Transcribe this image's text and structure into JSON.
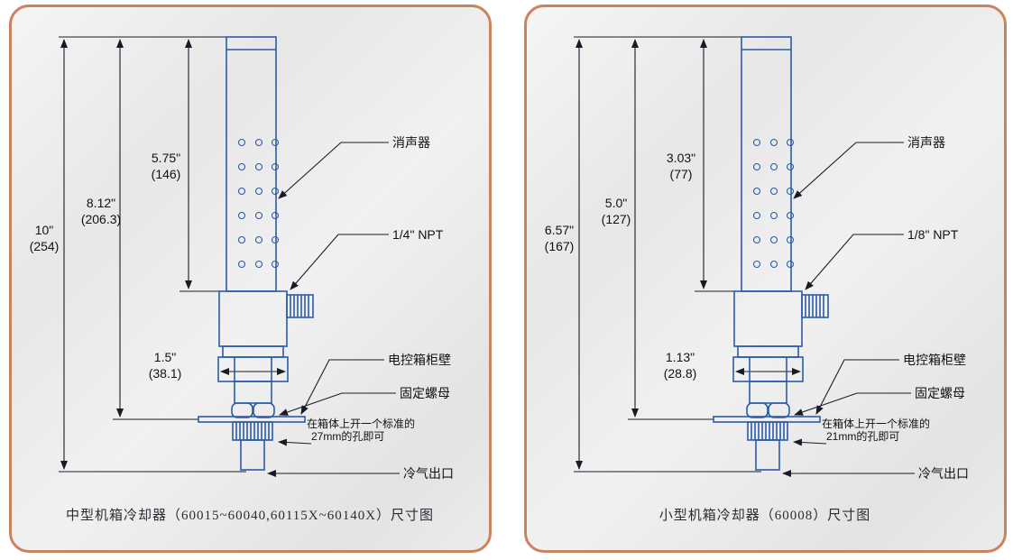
{
  "colors": {
    "border": "#c9845e",
    "line": "#2a5ca8",
    "dim": "#1a1a26",
    "text": "#111111"
  },
  "panels": [
    {
      "caption": "中型机箱冷却器（60015~60040,60115X~60140X）尺寸图",
      "dims": {
        "total": "10\"",
        "total_mm": "(254)",
        "mid": "8.12\"",
        "mid_mm": "(206.3)",
        "upper": "5.75\"",
        "upper_mm": "(146)",
        "width": "1.5\"",
        "width_mm": "(38.1)"
      },
      "labels": {
        "muffler": "消声器",
        "npt": "1/4\" NPT",
        "wall": "电控箱柜壁",
        "nut": "固定螺母",
        "hole1": "在箱体上开一个标准的",
        "hole2": "27mm的孔即可",
        "outlet": "冷气出口"
      }
    },
    {
      "caption": "小型机箱冷却器（60008）尺寸图",
      "dims": {
        "total": "6.57\"",
        "total_mm": "(167)",
        "mid": "5.0\"",
        "mid_mm": "(127)",
        "upper": "3.03\"",
        "upper_mm": "(77)",
        "width": "1.13\"",
        "width_mm": "(28.8)"
      },
      "labels": {
        "muffler": "消声器",
        "npt": "1/8\" NPT",
        "wall": "电控箱柜壁",
        "nut": "固定螺母",
        "hole1": "在箱体上开一个标准的",
        "hole2": "21mm的孔即可",
        "outlet": "冷气出口"
      }
    }
  ]
}
